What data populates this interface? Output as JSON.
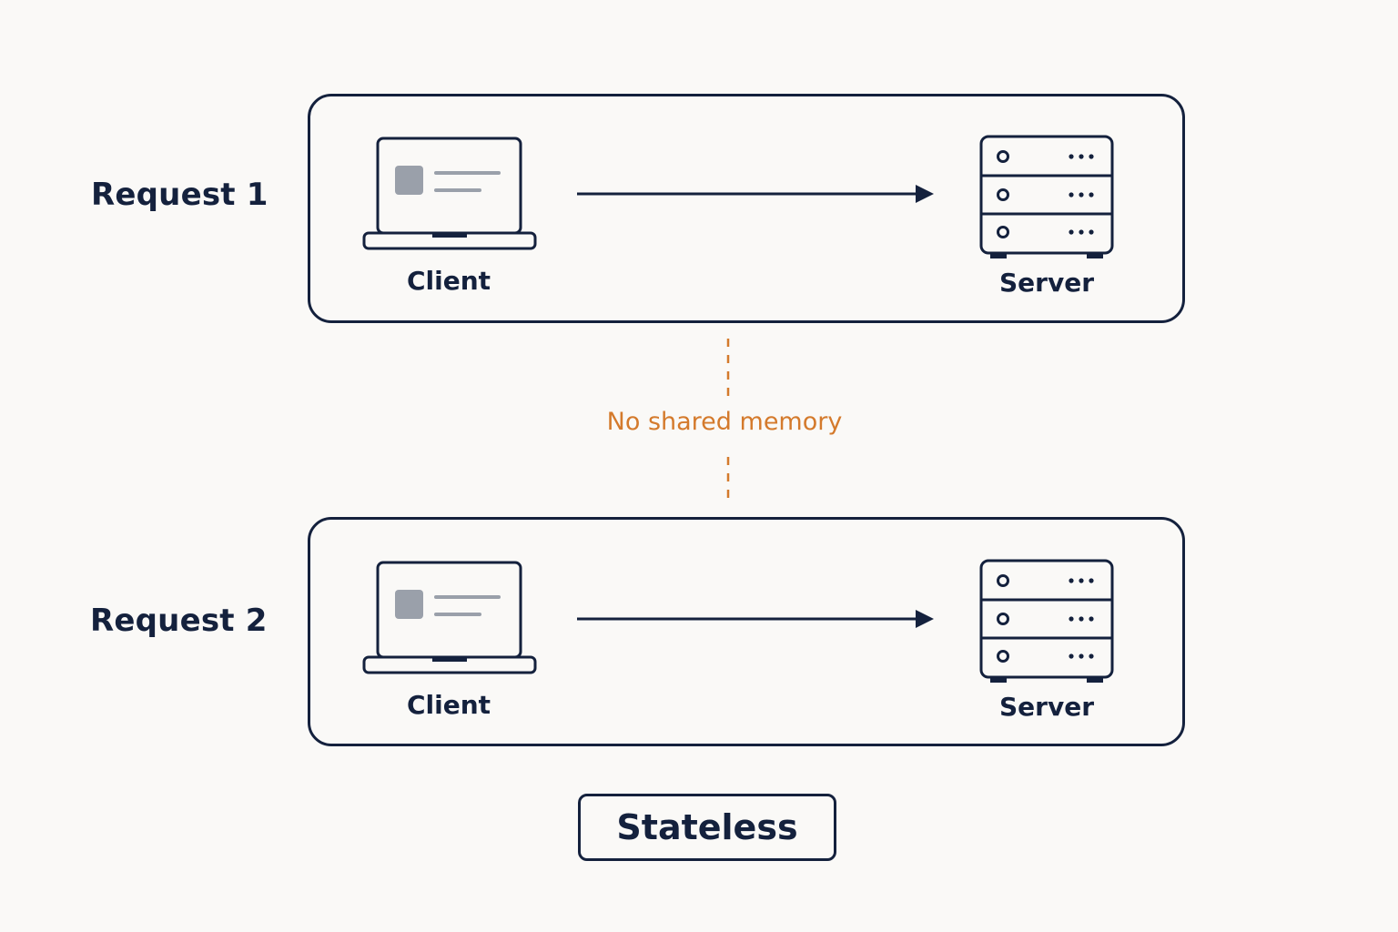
{
  "requests": [
    {
      "label": "Request 1",
      "client_label": "Client",
      "server_label": "Server"
    },
    {
      "label": "Request 2",
      "client_label": "Client",
      "server_label": "Server"
    }
  ],
  "separator": {
    "text": "No shared memory",
    "color": "#d47a2c"
  },
  "badge": {
    "text": "Stateless"
  },
  "icons": {
    "client": "laptop-icon",
    "server": "server-rack-icon",
    "flow": "arrow-right-icon"
  },
  "colors": {
    "stroke": "#14213d",
    "accent": "#d47a2c",
    "screen_block": "#9aa0aa",
    "background": "#faf9f7"
  }
}
